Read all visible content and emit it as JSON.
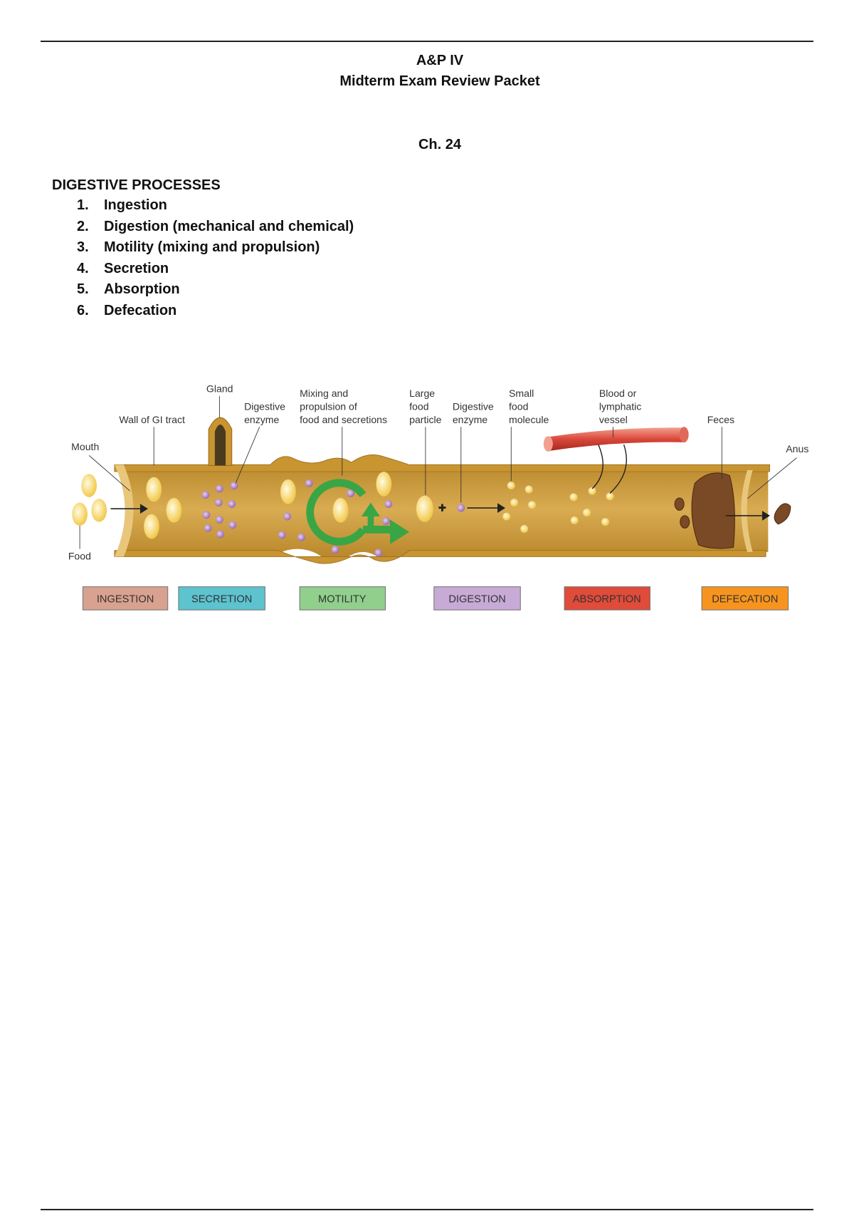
{
  "header": {
    "course": "A&P IV",
    "title": "Midterm Exam Review Packet"
  },
  "chapter": "Ch. 24",
  "section_heading": "DIGESTIVE PROCESSES",
  "processes": [
    {
      "num": "1.",
      "label": "Ingestion"
    },
    {
      "num": "2.",
      "label": "Digestion (mechanical and chemical)"
    },
    {
      "num": "3.",
      "label": "Motility (mixing and propulsion)"
    },
    {
      "num": "4.",
      "label": "Secretion"
    },
    {
      "num": "5.",
      "label": "Absorption"
    },
    {
      "num": "6.",
      "label": "Defecation"
    }
  ],
  "diagram": {
    "labels": {
      "gland": "Gland",
      "wall": "Wall of GI tract",
      "enzyme1": [
        "Digestive",
        "enzyme"
      ],
      "mixing": [
        "Mixing and",
        "propulsion of",
        "food and secretions"
      ],
      "large": [
        "Large",
        "food",
        "particle"
      ],
      "enzyme2": [
        "Digestive",
        "enzyme"
      ],
      "small": [
        "Small",
        "food",
        "molecule"
      ],
      "vessel": [
        "Blood or",
        "lymphatic",
        "vessel"
      ],
      "feces": "Feces",
      "mouth": "Mouth",
      "anus": "Anus",
      "food": "Food"
    },
    "boxes": [
      {
        "label": "INGESTION",
        "color": "#d9a18f"
      },
      {
        "label": "SECRETION",
        "color": "#5cc3cf"
      },
      {
        "label": "MOTILITY",
        "color": "#90cf8c"
      },
      {
        "label": "DIGESTION",
        "color": "#c8aad6"
      },
      {
        "label": "ABSORPTION",
        "color": "#e04b3a"
      },
      {
        "label": "DEFECATION",
        "color": "#f7941e"
      }
    ]
  }
}
